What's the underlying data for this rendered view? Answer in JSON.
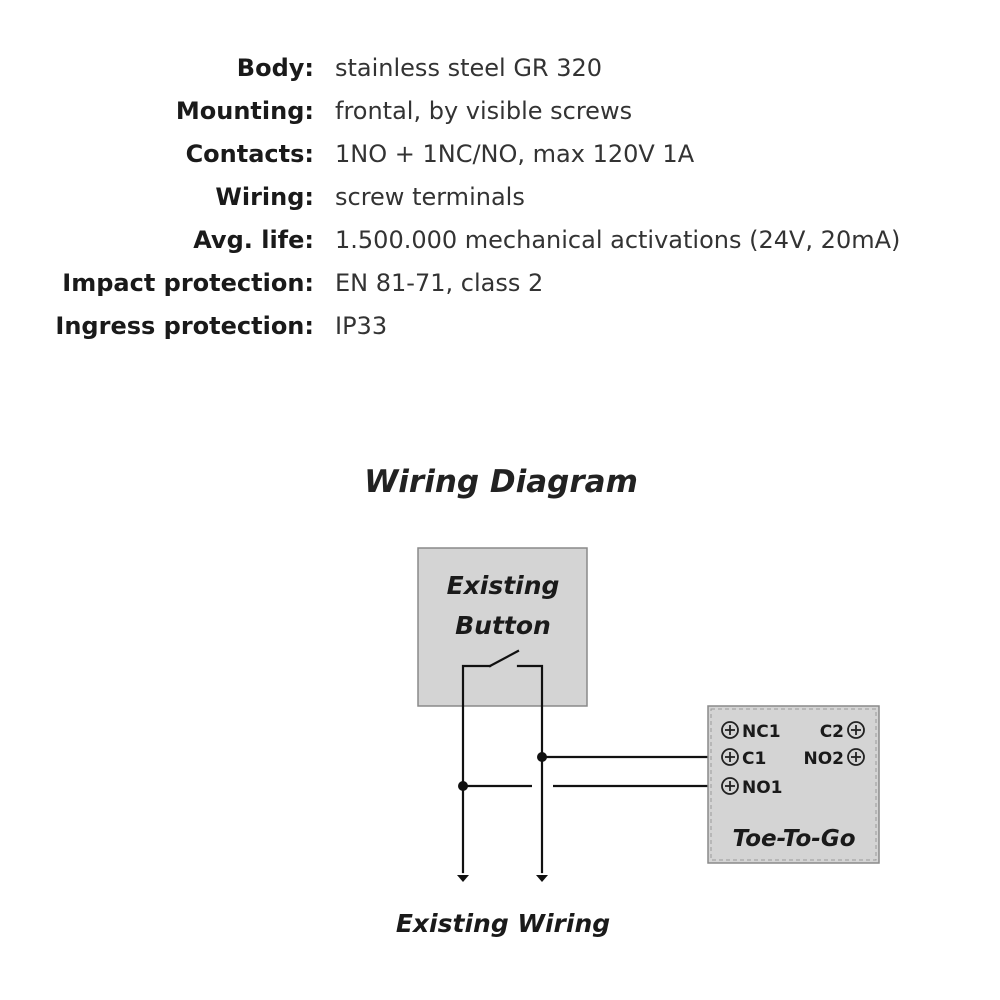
{
  "specs": [
    {
      "label": "Body:",
      "value": "stainless steel GR 320"
    },
    {
      "label": "Mounting:",
      "value": "frontal, by visible screws"
    },
    {
      "label": "Contacts:",
      "value": "1NO + 1NC/NO, max 120V 1A"
    },
    {
      "label": "Wiring:",
      "value": "screw terminals"
    },
    {
      "label": "Avg. life:",
      "value": "1.500.000 mechanical activations (24V, 20mA)"
    },
    {
      "label": "Impact protection:",
      "value": "EN 81-71, class 2"
    },
    {
      "label": "Ingress protection:",
      "value": "IP33"
    }
  ],
  "diagram": {
    "title": "Wiring Diagram",
    "button_line1": "Existing",
    "button_line2": "Button",
    "device_name": "Toe-To-Go",
    "terminals": {
      "nc1": "NC1",
      "c1": "C1",
      "no1": "NO1",
      "c2": "C2",
      "no2": "NO2"
    },
    "bottom_label": "Existing Wiring",
    "colors": {
      "box_fill": "#d4d4d4",
      "line": "#111111"
    }
  }
}
